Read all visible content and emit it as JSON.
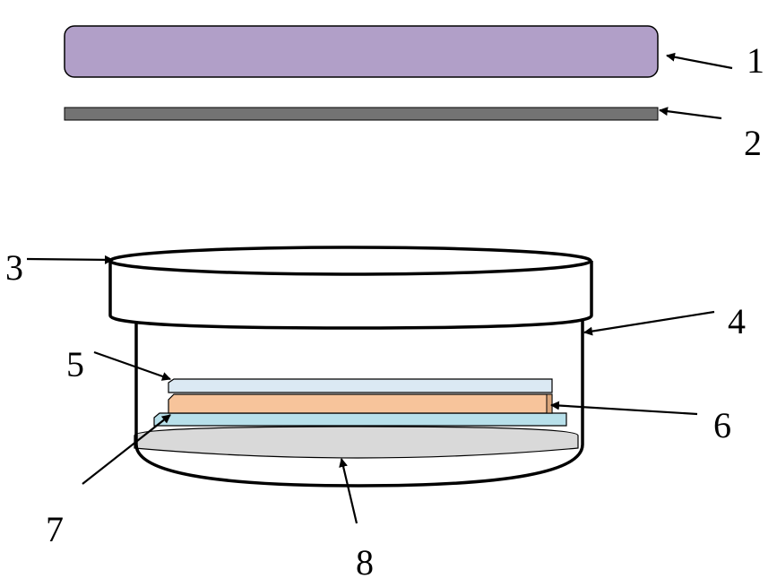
{
  "diagram": {
    "labels": {
      "l1": "1",
      "l2": "2",
      "l3": "3",
      "l4": "4",
      "l5": "5",
      "l6": "6",
      "l7": "7",
      "l8": "8"
    },
    "colors": {
      "part_1": "#b19fc8",
      "part_2": "#737373",
      "part_5": "#dbe9f3",
      "part_6": "#f7c49b",
      "part_7": "#b8e0ea",
      "part_8": "#d9d9d9",
      "outline": "#000000"
    }
  }
}
